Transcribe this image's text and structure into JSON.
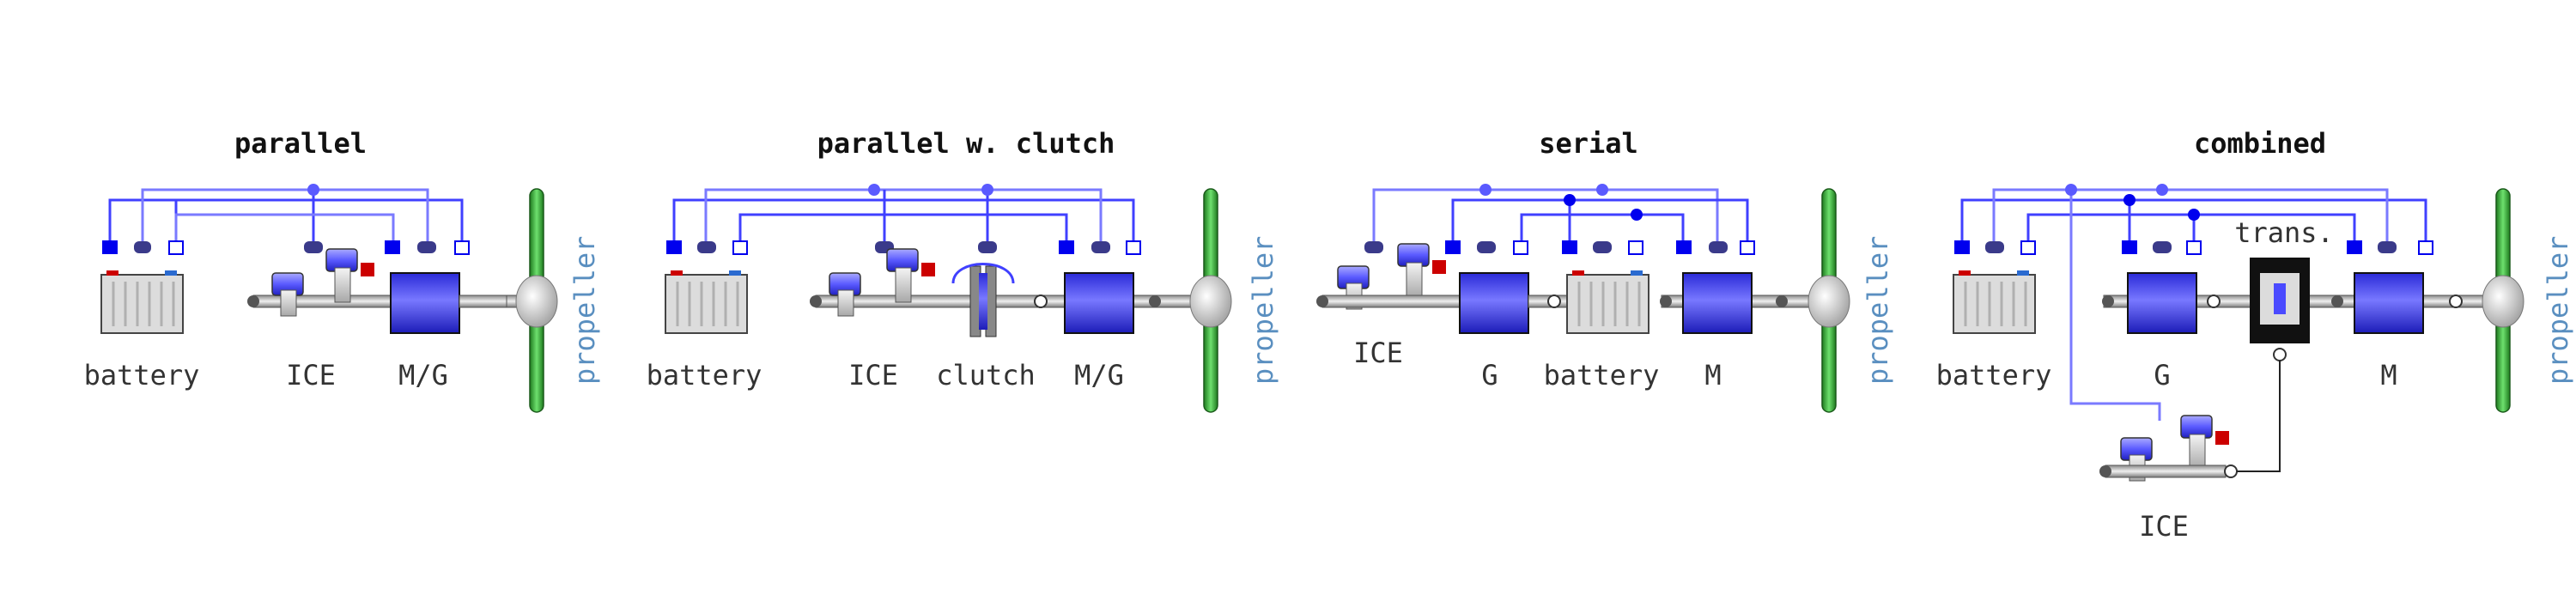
{
  "panels": [
    {
      "title": "parallel",
      "labels": {
        "battery": "battery",
        "ice": "ICE",
        "mg": "M/G",
        "propeller": "propeller"
      }
    },
    {
      "title": "parallel w. clutch",
      "labels": {
        "battery": "battery",
        "ice": "ICE",
        "clutch": "clutch",
        "mg": "M/G",
        "propeller": "propeller"
      }
    },
    {
      "title": "serial",
      "labels": {
        "ice": "ICE",
        "g": "G",
        "battery": "battery",
        "m": "M",
        "propeller": "propeller"
      }
    },
    {
      "title": "combined",
      "labels": {
        "battery": "battery",
        "g": "G",
        "trans": "trans.",
        "m": "M",
        "ice": "ICE",
        "propeller": "propeller"
      }
    }
  ],
  "colors": {
    "wire": "#4040ff",
    "machine": "#4a4aff",
    "propeller": "#3aa03a",
    "battery_body": "#dcdcdc",
    "heater": "#cc0000"
  }
}
